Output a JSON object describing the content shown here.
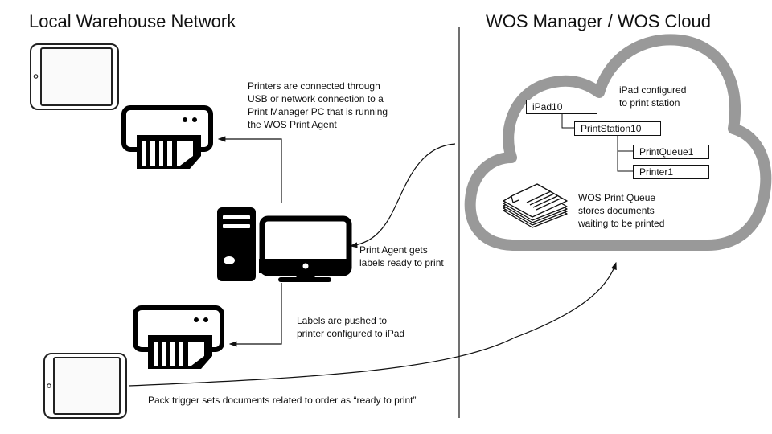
{
  "sections": {
    "left_title": "Local Warehouse Network",
    "right_title": "WOS Manager / WOS Cloud"
  },
  "notes": {
    "printers_connected": "Printers are connected through\nUSB or network connection to a\nPrint Manager PC that is running\nthe WOS Print Agent",
    "print_agent": "Print Agent gets\nlabels ready to print",
    "labels_pushed": "Labels are pushed to\nprinter configured to iPad",
    "pack_trigger": "Pack trigger sets documents related to order as “ready to print”",
    "ipad_configured": "iPad configured\nto print station",
    "print_queue": "WOS Print Queue\nstores documents\nwaiting to be printed"
  },
  "hierarchy": {
    "ipad": "iPad10",
    "station": "PrintStation10",
    "queue": "PrintQueue1",
    "printer": "Printer1"
  },
  "icons": {
    "tablet_top": "tablet-icon",
    "printer_top": "label-printer-icon",
    "pc": "desktop-computer-icon",
    "printer_bottom": "label-printer-icon",
    "tablet_bottom": "tablet-icon",
    "documents": "document-stack-icon",
    "cloud": "cloud-icon"
  },
  "colors": {
    "cloud_stroke": "#999999",
    "line": "#111111"
  }
}
